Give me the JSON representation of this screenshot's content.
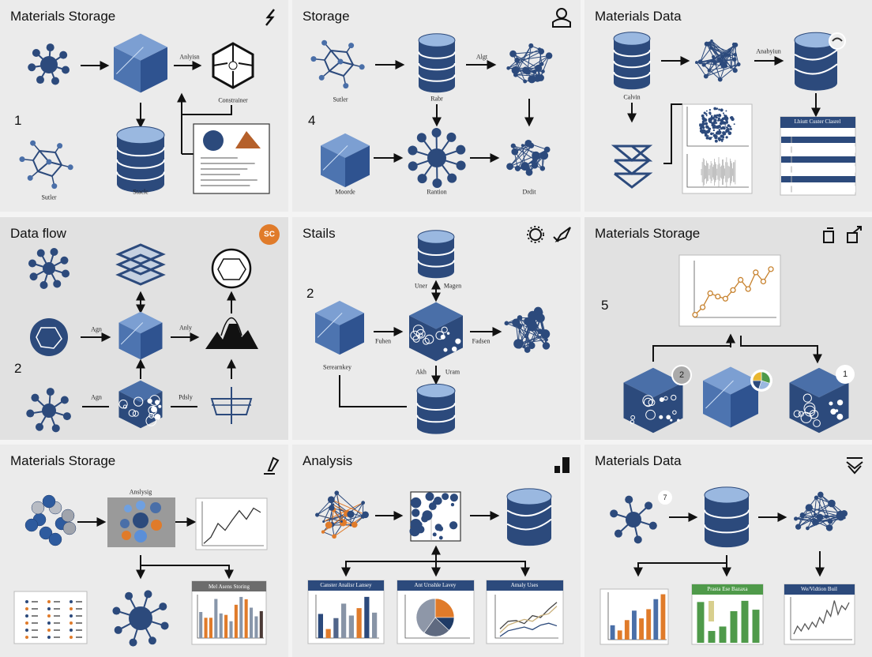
{
  "colors": {
    "navy": "#2c4a7c",
    "blue": "#4a6fa8",
    "light_blue": "#9ab8e0",
    "orange": "#e07b2a",
    "green": "#4f9a4a",
    "slate": "#8894a6",
    "panel_bg": "#ebebeb"
  },
  "panels": [
    {
      "title": "Materials Storage",
      "icon": "lightning-icon",
      "number": "1",
      "labels": {
        "analysis": "Anlyisn",
        "constrainer": "Constrainer",
        "stack": "Stacle",
        "molecule": "Sutler"
      }
    },
    {
      "title": "Storage",
      "icon": "user-icon",
      "number": "4",
      "labels": {
        "molecule": "Sutler",
        "database": "Rabr",
        "align": "Algt",
        "cube": "Moorde",
        "network": "Rantion",
        "data": "Drdit"
      }
    },
    {
      "title": "Materials Data",
      "icon": "none",
      "labels": {
        "analysis": "Anabyiun",
        "calvin": "Calvin",
        "table_header": "Lhiutt Custer Clasrel"
      }
    },
    {
      "title": "Data flow",
      "icon": "sc-badge-icon",
      "badge": "SC",
      "number": "2",
      "labels": {
        "align_1": "Agn",
        "analyze": "Anly",
        "align_2": "Agn",
        "display": "Pdsly"
      }
    },
    {
      "title": "Stails",
      "icon": "sun-icon, brush-icon",
      "number": "2",
      "labels": {
        "user": "Uner",
        "magen": "Magen",
        "fusion_1": "Fuhen",
        "fusion_2": "Fadsen",
        "secondary": "Serearnkey",
        "akh": "Akh",
        "uram": "Uram"
      }
    },
    {
      "title": "Materials Storage",
      "icon": "export-icons",
      "number": "5",
      "badges": [
        "2",
        "1"
      ],
      "chart": {
        "type": "line",
        "values": [
          2,
          16,
          42,
          36,
          32,
          48,
          67,
          50,
          81,
          64,
          87
        ]
      }
    },
    {
      "title": "Materials Storage",
      "icon": "pin-icon",
      "labels": {
        "analysis": "Anslysig",
        "chart_header": "Mel Asens Storing"
      },
      "line_values": [
        5,
        20,
        52,
        36,
        60,
        82,
        62,
        88,
        78
      ],
      "bar_values": [
        90,
        70,
        70,
        135,
        85,
        80,
        58,
        115,
        142,
        134,
        105,
        75,
        93
      ]
    },
    {
      "title": "Analysis",
      "icon": "bar-chart-icon",
      "labels": {
        "bar_header": "Canster Analisr Lansey",
        "pie_header": "Ant Ursshle Lavey",
        "line_header": "Amaly Uses"
      },
      "bar_values": [
        75,
        28,
        62,
        107,
        70,
        93,
        128,
        79
      ],
      "pie_values": [
        25,
        12,
        23,
        40
      ]
    },
    {
      "title": "Materials Data",
      "icon": "layers-chevron-icon",
      "badge": "7",
      "labels": {
        "green_header": "Prasta Ese Bazaxa",
        "navy_header": "We/Vidtion Buil"
      },
      "bar_values": [
        50,
        32,
        68,
        101,
        74,
        106,
        141,
        158
      ],
      "green_values": [
        138,
        40,
        55,
        107,
        142,
        112
      ],
      "line_values": [
        10,
        30,
        18,
        36,
        22,
        40,
        28,
        52,
        38,
        70,
        55,
        95,
        60,
        82,
        72,
        90
      ]
    }
  ]
}
